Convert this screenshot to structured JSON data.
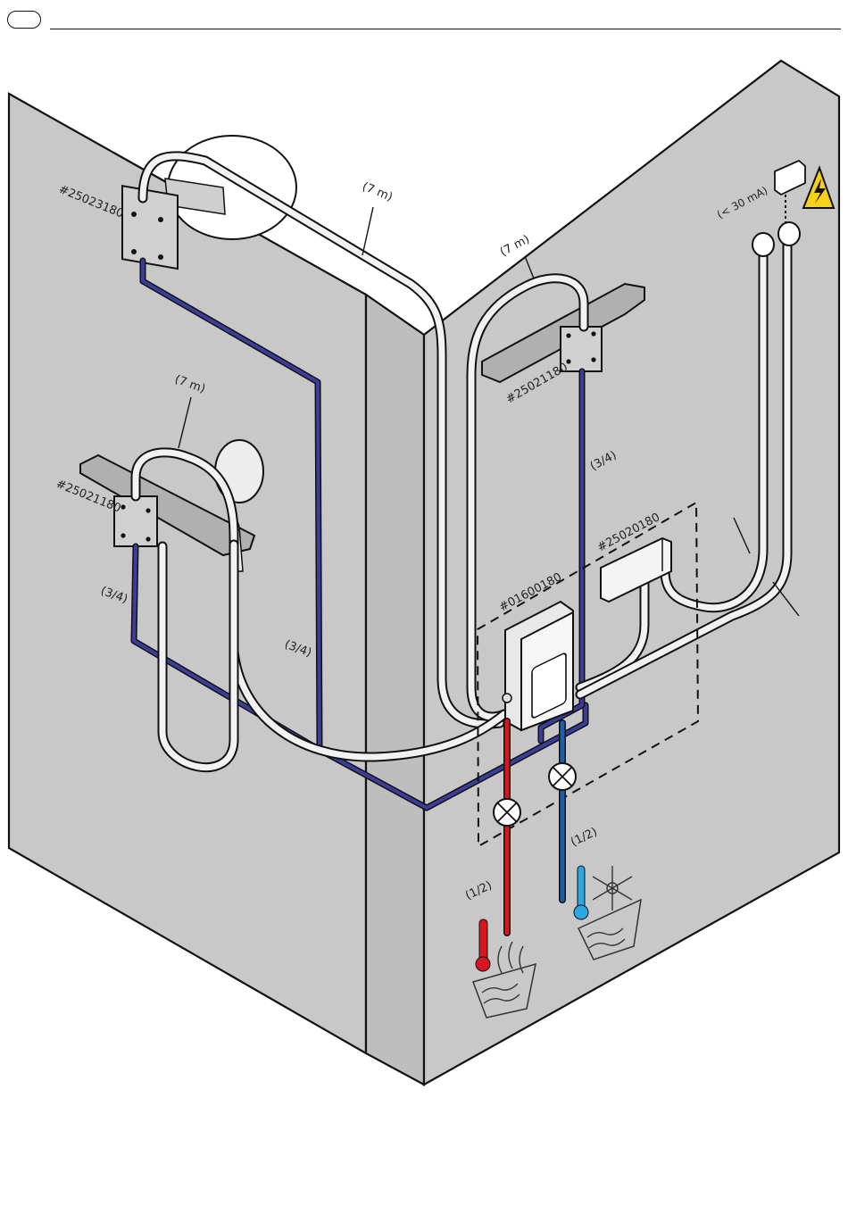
{
  "page": {
    "badge_text": ""
  },
  "colors": {
    "wall": "#c8c8c8",
    "wall_shadow": "#b9b9b9",
    "hose": "#f2f2f2",
    "pipe_blue": "#3b3d9a",
    "hot": "#d8161f",
    "cold": "#1d5fa8",
    "cold_icon": "#2aa8e0",
    "warning": "#f7d117"
  },
  "labels": {
    "part_overhead": "#25023180",
    "part_shelf_right": "#25021180",
    "part_shelf_left": "#25021180",
    "part_control": "#25020180",
    "part_box": "#01600180",
    "hose_top": "(7 m)",
    "hose_right": "(7 m)",
    "hose_left": "(7 m)",
    "pipe_right": "(3/4)",
    "pipe_left": "(3/4)",
    "pipe_center": "(3/4)",
    "supply_hot": "(1/2)",
    "supply_cold": "(1/2)",
    "rcd": "(< 30 mA)"
  },
  "icons": {
    "warning": "warning-triangle-icon",
    "hot": "hot-water-thermometer-icon",
    "cold": "cold-water-snowflake-icon"
  }
}
